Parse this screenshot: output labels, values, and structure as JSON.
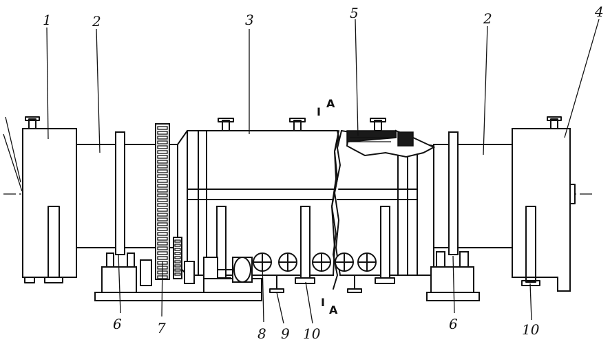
{
  "labels": {
    "l1": "1",
    "l2a": "2",
    "l3": "3",
    "l5": "5",
    "l2b": "2",
    "l4": "4",
    "l6a": "6",
    "l7": "7",
    "l8": "8",
    "l9": "9",
    "l10a": "10",
    "l6b": "6",
    "l10b": "10"
  },
  "section_marks": {
    "top_bar": "I",
    "top_letter": "A",
    "bottom_bar": "I",
    "bottom_letter": "A"
  }
}
